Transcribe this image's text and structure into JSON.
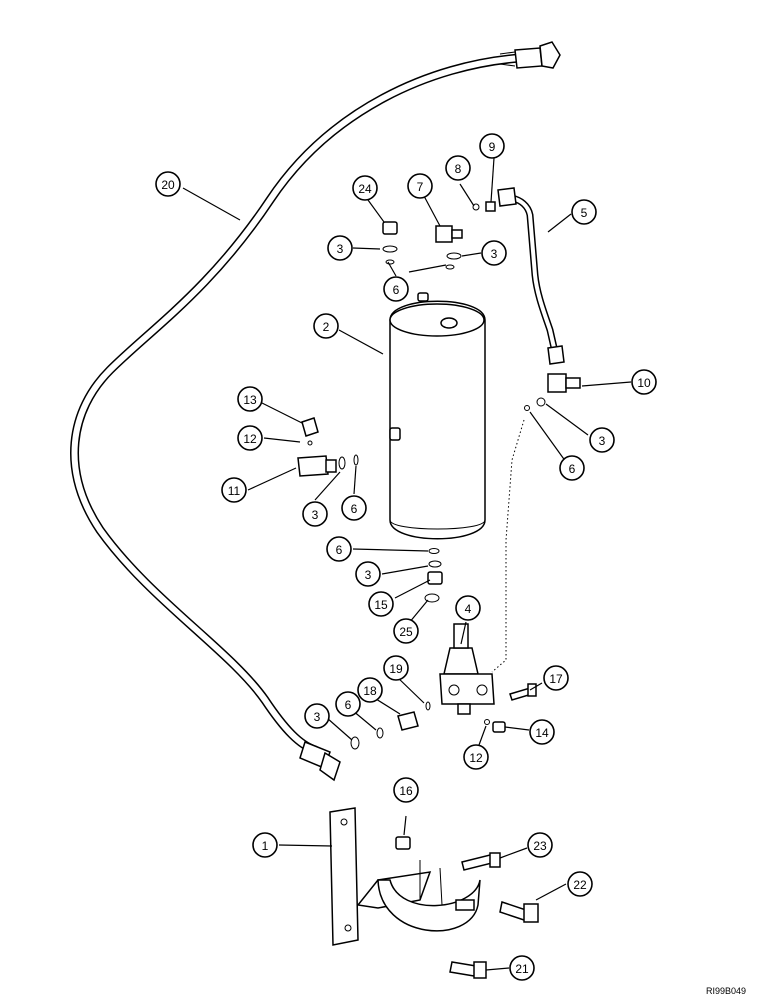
{
  "drawing_number": "RI99B049",
  "callouts": [
    {
      "id": "c20",
      "label": "20"
    },
    {
      "id": "c24",
      "label": "24"
    },
    {
      "id": "c7",
      "label": "7"
    },
    {
      "id": "c8",
      "label": "8"
    },
    {
      "id": "c9",
      "label": "9"
    },
    {
      "id": "c5",
      "label": "5"
    },
    {
      "id": "c3a",
      "label": "3"
    },
    {
      "id": "c3b",
      "label": "3"
    },
    {
      "id": "c6a",
      "label": "6"
    },
    {
      "id": "c2",
      "label": "2"
    },
    {
      "id": "c10",
      "label": "10"
    },
    {
      "id": "c13",
      "label": "13"
    },
    {
      "id": "c12a",
      "label": "12"
    },
    {
      "id": "c11",
      "label": "11"
    },
    {
      "id": "c3c",
      "label": "3"
    },
    {
      "id": "c6b",
      "label": "6"
    },
    {
      "id": "c3d",
      "label": "3"
    },
    {
      "id": "c6c",
      "label": "6"
    },
    {
      "id": "c6d",
      "label": "6"
    },
    {
      "id": "c3e",
      "label": "3"
    },
    {
      "id": "c15",
      "label": "15"
    },
    {
      "id": "c25",
      "label": "25"
    },
    {
      "id": "c4",
      "label": "4"
    },
    {
      "id": "c19",
      "label": "19"
    },
    {
      "id": "c17",
      "label": "17"
    },
    {
      "id": "c3f",
      "label": "3"
    },
    {
      "id": "c6e",
      "label": "6"
    },
    {
      "id": "c18",
      "label": "18"
    },
    {
      "id": "c14",
      "label": "14"
    },
    {
      "id": "c12b",
      "label": "12"
    },
    {
      "id": "c16",
      "label": "16"
    },
    {
      "id": "c1",
      "label": "1"
    },
    {
      "id": "c23",
      "label": "23"
    },
    {
      "id": "c22",
      "label": "22"
    },
    {
      "id": "c21",
      "label": "21"
    }
  ]
}
